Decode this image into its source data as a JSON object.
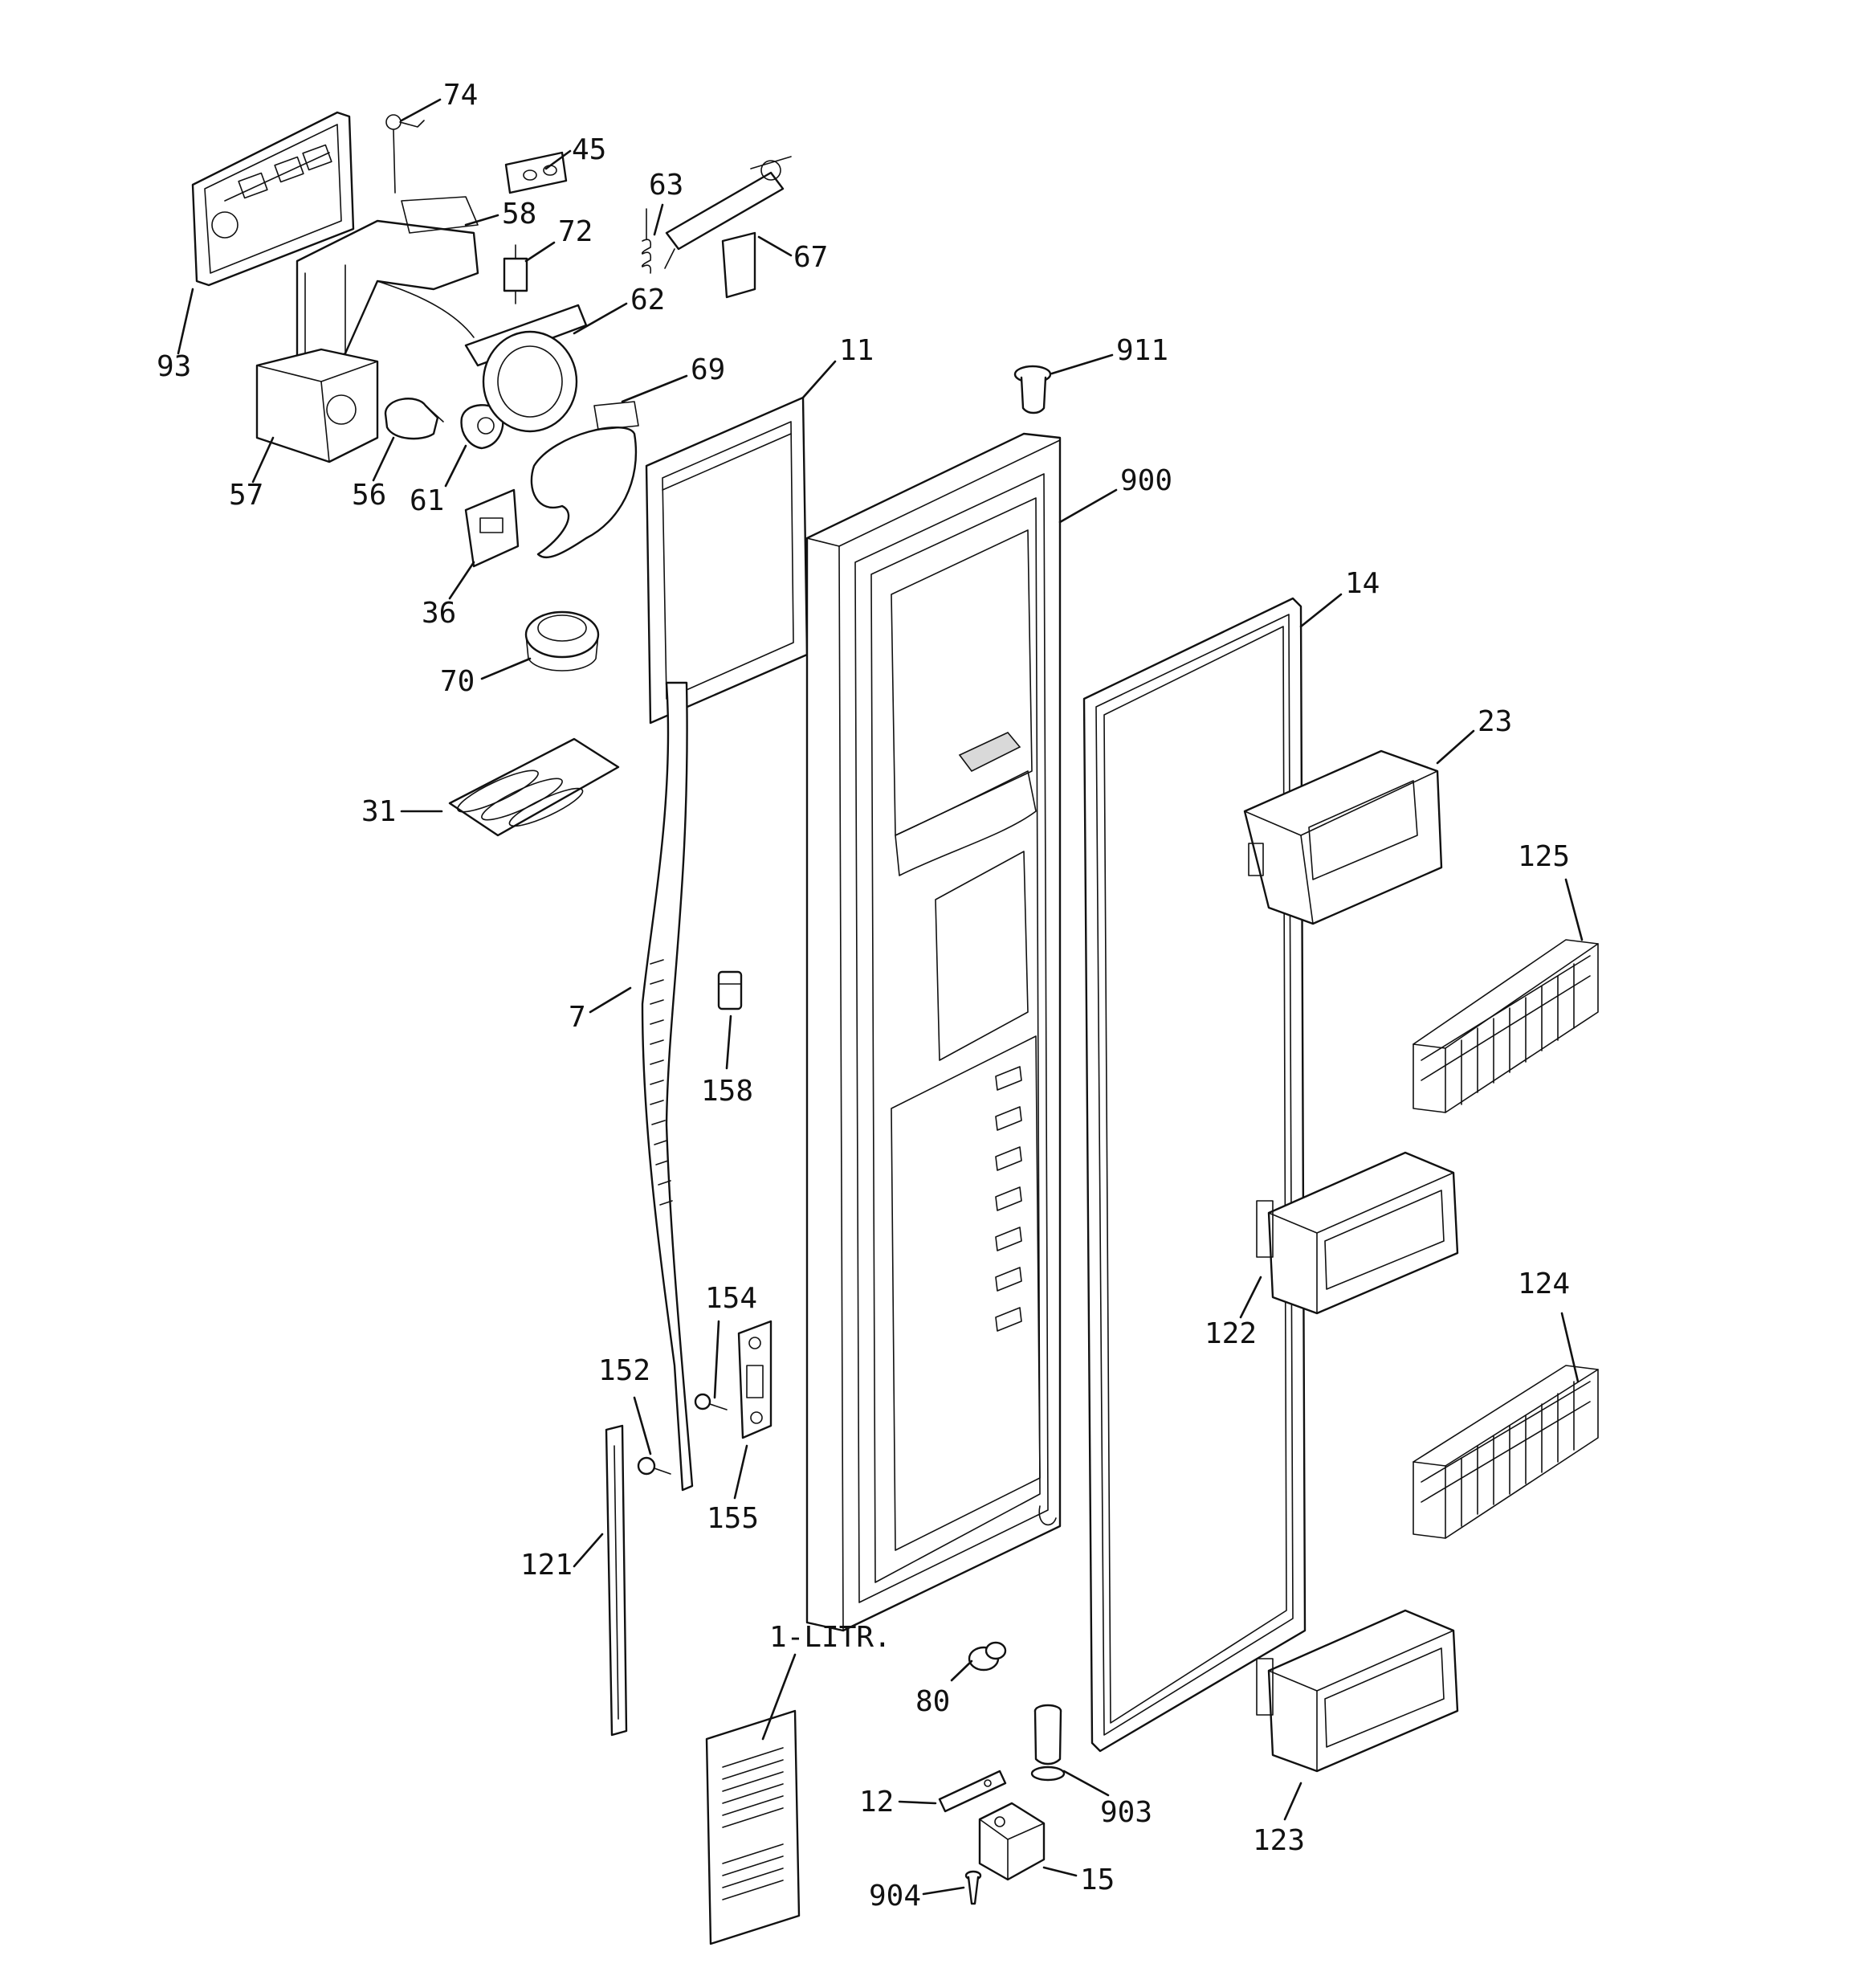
{
  "callouts": {
    "c74": "74",
    "c45": "45",
    "c63": "63",
    "c58": "58",
    "c72": "72",
    "c67": "67",
    "c62": "62",
    "c93": "93",
    "c69": "69",
    "c11": "11",
    "c911": "911",
    "c57": "57",
    "c56": "56",
    "c61": "61",
    "c900": "900",
    "c36": "36",
    "c14": "14",
    "c70": "70",
    "c23": "23",
    "c31": "31",
    "c125": "125",
    "c7": "7",
    "c158": "158",
    "c122": "122",
    "c124": "124",
    "c154": "154",
    "c152": "152",
    "c155": "155",
    "c121": "121",
    "c80": "80",
    "c1litr": "1-LITR.",
    "c12": "12",
    "c903": "903",
    "c123": "123",
    "c904": "904",
    "c15": "15"
  },
  "colors": {
    "line": "#111111",
    "background": "#ffffff",
    "shade": "#d9d9d9"
  }
}
